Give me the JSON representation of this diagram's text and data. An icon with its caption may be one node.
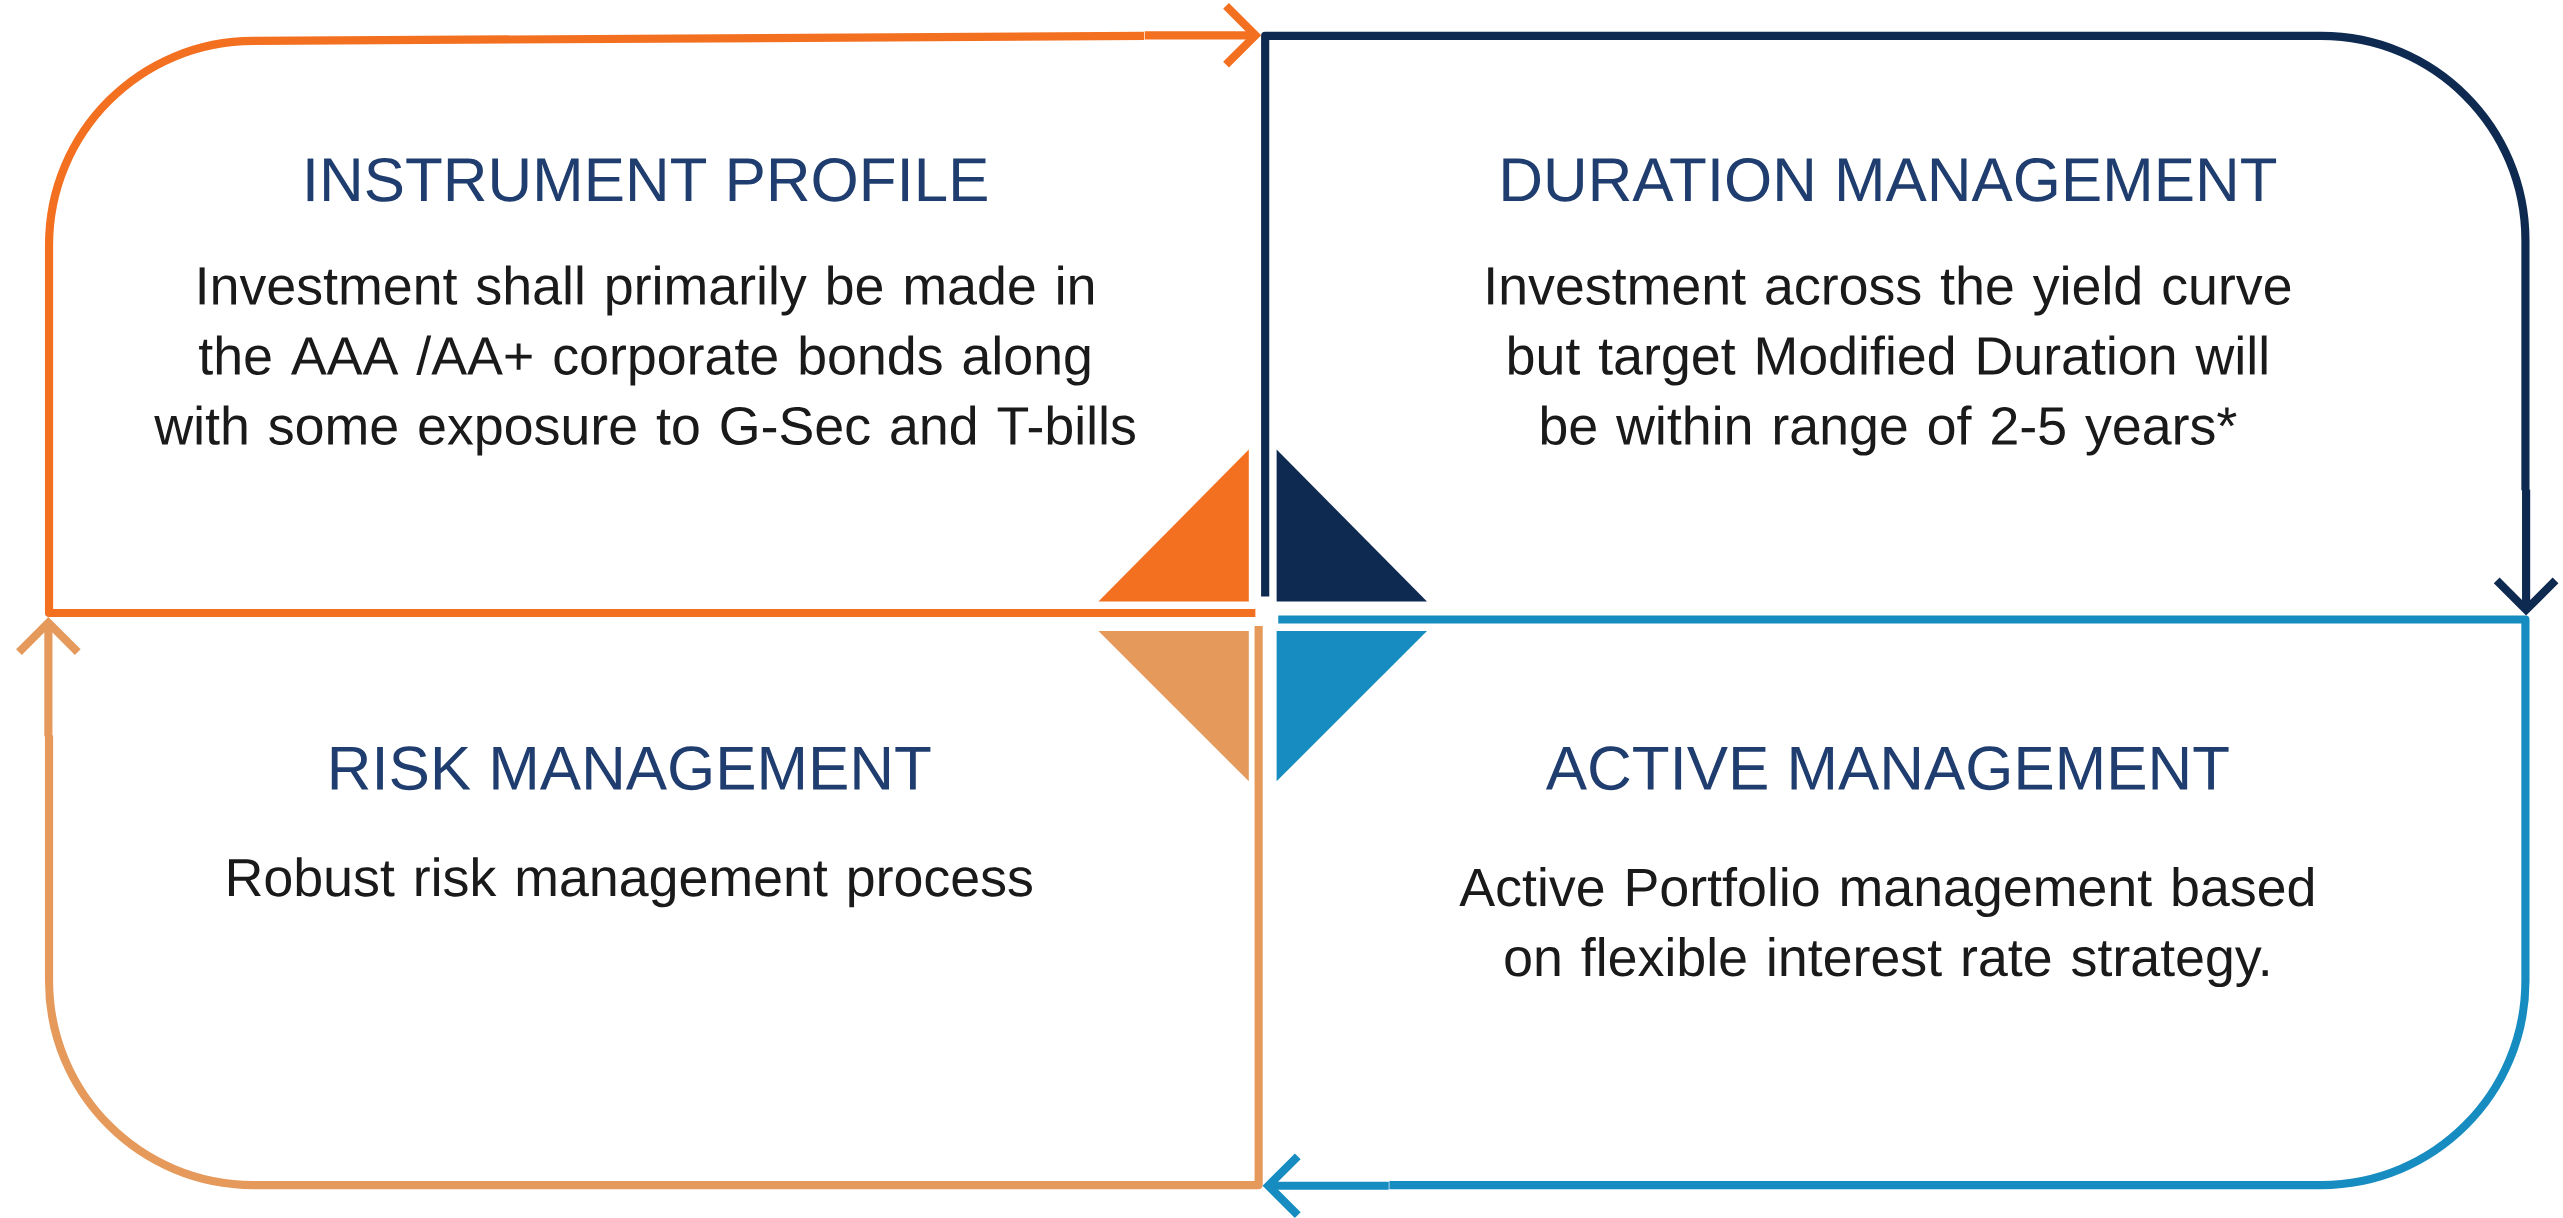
{
  "diagram": {
    "nodes": [
      {
        "text": [
          "INSTRUMENT PROFILE",
          "Investment shall primarily be made in the AAA /AA+ corporate bonds along with some exposure to G-Sec and T-bills"
        ]
      },
      {
        "text": [
          "DURATION MANAGEMENT",
          "Investment across the yield curve but target Modified Duration will be within range of 2-5 years*"
        ]
      },
      {
        "text": [
          "RISK MANAGEMENT",
          "Robust risk management process"
        ]
      },
      {
        "text": [
          "ACTIVE MANAGEMENT",
          "Active Portfolio management based on flexible interest rate strategy."
        ]
      }
    ],
    "edges": [
      {
        "from": 0,
        "to": 1,
        "arrow": "to",
        "color": "#f37021"
      },
      {
        "from": 1,
        "to": 3,
        "arrow": "to",
        "color": "#0f2a50"
      },
      {
        "from": 3,
        "to": 2,
        "arrow": "to",
        "color": "#168cc0"
      },
      {
        "from": 2,
        "to": 0,
        "arrow": "to",
        "color": "#e59a5c"
      }
    ]
  }
}
